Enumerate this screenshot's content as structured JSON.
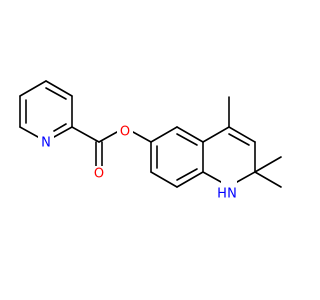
{
  "colors": {
    "background": "#ffffff",
    "bond": "#000000",
    "nitrogen": "#0000ff",
    "oxygen": "#ff0000"
  },
  "atoms": {
    "pyridine_n": {
      "text": "N",
      "color": "#0000ff"
    },
    "ester_oxygen": {
      "text": "O",
      "color": "#ff0000"
    },
    "carbonyl_oxygen": {
      "text": "O",
      "color": "#ff0000"
    },
    "amine_n": {
      "text": "N",
      "color": "#0000ff"
    },
    "amine_h": {
      "text": "H",
      "color": "#0000ff"
    }
  }
}
